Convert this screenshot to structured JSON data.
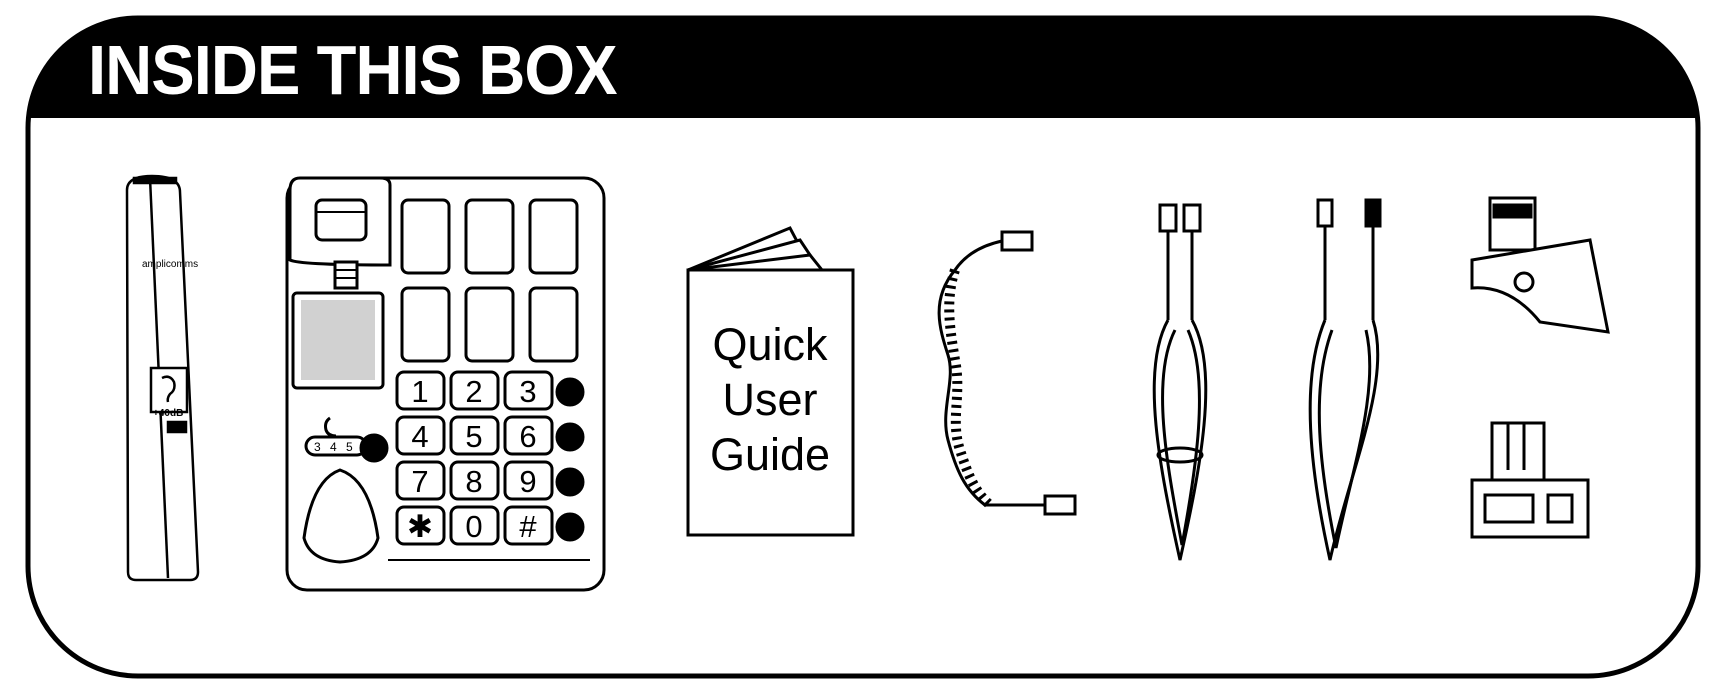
{
  "header": {
    "title": "INSIDE THIS BOX"
  },
  "items": {
    "handset": {
      "brand": "amplicomms",
      "badge": "+40dB"
    },
    "base": {
      "keys": [
        "1",
        "2",
        "3",
        "4",
        "5",
        "6",
        "7",
        "8",
        "9",
        "✱",
        "0",
        "#"
      ],
      "memory_labels": [
        "3",
        "4",
        "5"
      ]
    },
    "guide": {
      "lines": [
        "Quick",
        "User",
        "Guide"
      ]
    }
  }
}
